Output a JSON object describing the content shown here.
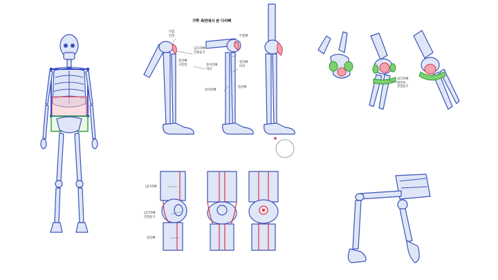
{
  "title": "가쪽 측면에서 본 다리뼈",
  "labels": {
    "patella_top": "무릎\n인대",
    "femur_condyle": "넙다리뼈\n관절융기",
    "patella": "무릎뼈",
    "tibia_top": "정강뼈\n거친면",
    "fibula": "종아리뼈\n머리",
    "tibia_right": "정강뼈\n머리",
    "fibula_lower": "종아리뼈",
    "tibia_lower": "정강뼈",
    "condyle_right": "넙다리뼈\n안쪽위\n관절융기",
    "front_femur": "넙다리뼈",
    "front_condyle": "넙다리뼈\n관절융기",
    "front_tibia": "정강뼈"
  },
  "colors": {
    "bone_line": "#3a53b8",
    "bone_fill": "#dfe6f7",
    "red": "#d7334b",
    "red_fill": "#f2a3ad",
    "green": "#2c9a36",
    "green_fill": "#7fcf70",
    "blue_box": "#2a3fd0"
  }
}
